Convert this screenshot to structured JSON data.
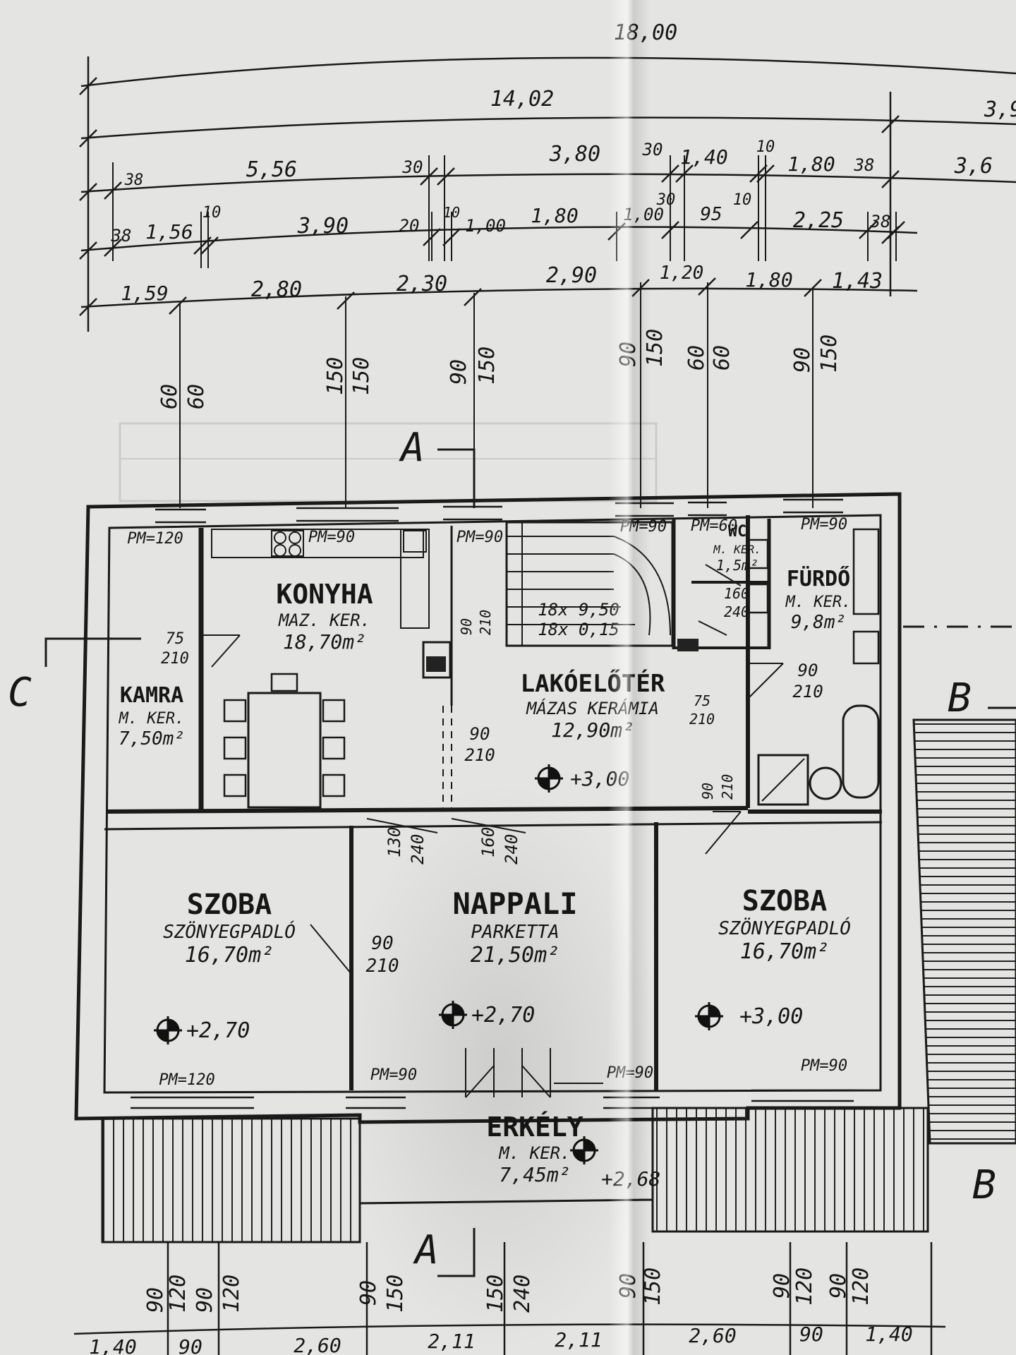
{
  "title": "",
  "dimensions": {
    "row1": [
      {
        "id": "d1a",
        "text": "18,00"
      }
    ],
    "row2": [
      {
        "id": "d2a",
        "text": "14,02"
      },
      {
        "id": "d2b",
        "text": "3,9"
      }
    ],
    "row3": [
      {
        "id": "d3a",
        "text": "38"
      },
      {
        "id": "d3b",
        "text": "5,56"
      },
      {
        "id": "d3c",
        "text": "30"
      },
      {
        "id": "d3d",
        "text": "3,80"
      },
      {
        "id": "d3e",
        "text": "30"
      },
      {
        "id": "d3f",
        "text": "1,40"
      },
      {
        "id": "d3g",
        "text": "10"
      },
      {
        "id": "d3h",
        "text": "1,80"
      },
      {
        "id": "d3i",
        "text": "38"
      },
      {
        "id": "d3j",
        "text": "3,6"
      }
    ],
    "row4": [
      {
        "id": "d4a",
        "text": "38"
      },
      {
        "id": "d4b",
        "text": "1,56"
      },
      {
        "id": "d4c",
        "text": "10"
      },
      {
        "id": "d4d",
        "text": "3,90"
      },
      {
        "id": "d4e",
        "text": "20"
      },
      {
        "id": "d4f",
        "text": "10"
      },
      {
        "id": "d4g",
        "text": "1,00"
      },
      {
        "id": "d4h",
        "text": "1,80"
      },
      {
        "id": "d4i",
        "text": "1,00"
      },
      {
        "id": "d4j",
        "text": "30"
      },
      {
        "id": "d4k",
        "text": "95"
      },
      {
        "id": "d4l",
        "text": "10"
      },
      {
        "id": "d4m",
        "text": "2,25"
      },
      {
        "id": "d4n",
        "text": "38"
      }
    ],
    "row5": [
      {
        "id": "d5a",
        "text": "1,59"
      },
      {
        "id": "d5b",
        "text": "2,80"
      },
      {
        "id": "d5c",
        "text": "2,30"
      },
      {
        "id": "d5d",
        "text": "2,90"
      },
      {
        "id": "d5e",
        "text": "1,20"
      },
      {
        "id": "d5f",
        "text": "1,80"
      },
      {
        "id": "d5g",
        "text": "1,43"
      }
    ],
    "bottom": [
      {
        "id": "b1",
        "text": "1,40"
      },
      {
        "id": "b2",
        "text": "90"
      },
      {
        "id": "b3",
        "text": "2,60"
      },
      {
        "id": "b4",
        "text": "2,11"
      },
      {
        "id": "b5",
        "text": "2,11"
      },
      {
        "id": "b6",
        "text": "2,60"
      },
      {
        "id": "b7",
        "text": "90"
      },
      {
        "id": "b8",
        "text": "1,40"
      }
    ]
  },
  "openings_top": [
    {
      "id": "w1a",
      "text": "60"
    },
    {
      "id": "w1b",
      "text": "60"
    },
    {
      "id": "w2a",
      "text": "150"
    },
    {
      "id": "w2b",
      "text": "150"
    },
    {
      "id": "w3a",
      "text": "90"
    },
    {
      "id": "w3b",
      "text": "150"
    },
    {
      "id": "w4a",
      "text": "90"
    },
    {
      "id": "w4b",
      "text": "150"
    },
    {
      "id": "w5a",
      "text": "60"
    },
    {
      "id": "w5b",
      "text": "60"
    },
    {
      "id": "w6a",
      "text": "90"
    },
    {
      "id": "w6b",
      "text": "150"
    }
  ],
  "openings_bottom": [
    {
      "id": "o1",
      "text": "90"
    },
    {
      "id": "o2",
      "text": "120"
    },
    {
      "id": "o3",
      "text": "90"
    },
    {
      "id": "o4",
      "text": "120"
    },
    {
      "id": "o5",
      "text": "90"
    },
    {
      "id": "o6",
      "text": "150"
    },
    {
      "id": "o7",
      "text": "150"
    },
    {
      "id": "o8",
      "text": "240"
    },
    {
      "id": "o9",
      "text": "90"
    },
    {
      "id": "o10",
      "text": "150"
    },
    {
      "id": "o11",
      "text": "90"
    },
    {
      "id": "o12",
      "text": "120"
    },
    {
      "id": "o13",
      "text": "90"
    },
    {
      "id": "o14",
      "text": "120"
    }
  ],
  "section_marks": [
    {
      "id": "sA1",
      "text": "A"
    },
    {
      "id": "sA2",
      "text": "A"
    },
    {
      "id": "sB1",
      "text": "B"
    },
    {
      "id": "sB2",
      "text": "B"
    },
    {
      "id": "sC",
      "text": "C"
    }
  ],
  "rooms": [
    {
      "id": "r_kamra",
      "name": "KAMRA",
      "finish": "M. KER.",
      "area": "7,50m²"
    },
    {
      "id": "r_konyha",
      "name": "KONYHA",
      "finish": "MAZ. KER.",
      "area": "18,70m²"
    },
    {
      "id": "r_lako",
      "name": "LAKÓELŐTÉR",
      "finish": "MÁZAS KERÁMIA",
      "area": "12,90m²",
      "level": "+3,00"
    },
    {
      "id": "r_wc",
      "name": "WC",
      "finish": "M. KER.",
      "area": "1,5m²"
    },
    {
      "id": "r_furdo",
      "name": "FÜRDŐ",
      "finish": "M. KER.",
      "area": "9,8m²"
    },
    {
      "id": "r_szoba1",
      "name": "SZOBA",
      "finish": "SZÖNYEGPADLÓ",
      "area": "16,70m²",
      "level": "+2,70"
    },
    {
      "id": "r_nappali",
      "name": "NAPPALI",
      "finish": "PARKETTA",
      "area": "21,50m²",
      "level": "+2,70"
    },
    {
      "id": "r_szoba2",
      "name": "SZOBA",
      "finish": "SZÖNYEGPADLÓ",
      "area": "16,70m²",
      "level": "+3,00"
    },
    {
      "id": "r_erkely",
      "name": "ERKÉLY",
      "finish": "M. KER.",
      "area": "7,45m²",
      "level": "+2,68"
    }
  ],
  "stair": {
    "line1": "18x 9,50",
    "line2": "18x 0,15"
  },
  "door_labels": [
    {
      "id": "pm1",
      "text": "PM=120"
    },
    {
      "id": "pm2",
      "text": "PM=90"
    },
    {
      "id": "pm3",
      "text": "PM=90"
    },
    {
      "id": "pm4",
      "text": "PM=90"
    },
    {
      "id": "pm5",
      "text": "PM=60"
    },
    {
      "id": "pm6",
      "text": "PM=90"
    },
    {
      "id": "pm7",
      "text": "PM=120"
    },
    {
      "id": "pm8",
      "text": "PM=90"
    },
    {
      "id": "pm9",
      "text": "PM=90"
    },
    {
      "id": "pm10",
      "text": "PM=90"
    }
  ],
  "door_sizes": [
    {
      "id": "ds1a",
      "text": "75"
    },
    {
      "id": "ds1b",
      "text": "210"
    },
    {
      "id": "ds2a",
      "text": "90"
    },
    {
      "id": "ds2b",
      "text": "210"
    },
    {
      "id": "ds3a",
      "text": "160"
    },
    {
      "id": "ds3b",
      "text": "240"
    },
    {
      "id": "ds4a",
      "text": "75"
    },
    {
      "id": "ds4b",
      "text": "210"
    },
    {
      "id": "ds5a",
      "text": "90"
    },
    {
      "id": "ds5b",
      "text": "210"
    },
    {
      "id": "ds6a",
      "text": "90"
    },
    {
      "id": "ds6b",
      "text": "210"
    },
    {
      "id": "ds7a",
      "text": "130"
    },
    {
      "id": "ds7b",
      "text": "240"
    },
    {
      "id": "ds8a",
      "text": "160"
    },
    {
      "id": "ds8b",
      "text": "240"
    },
    {
      "id": "ds9a",
      "text": "90"
    },
    {
      "id": "ds9b",
      "text": "210"
    }
  ]
}
